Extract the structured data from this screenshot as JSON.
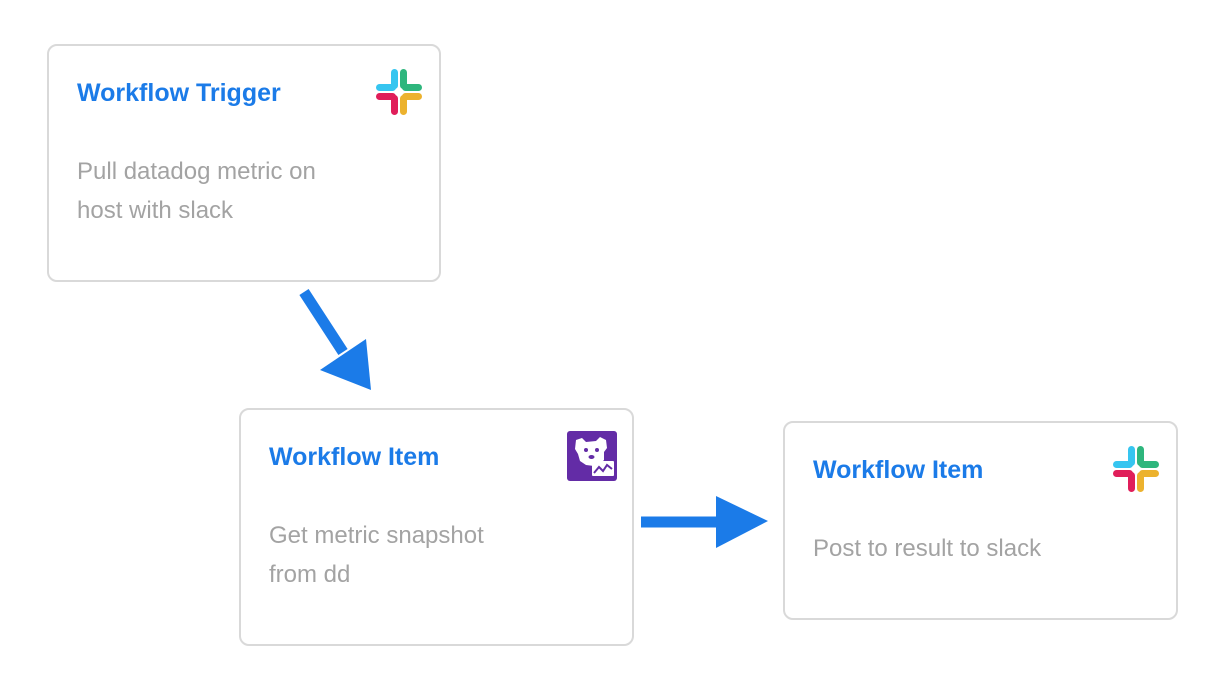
{
  "colors": {
    "accent": "#1b7be8",
    "muted_text": "#a3a3a3",
    "card_border": "#d9d9d9",
    "arrow": "#1b7be8",
    "slack_blue": "#36c5f0",
    "slack_green": "#2eb67d",
    "slack_red": "#e01e5a",
    "slack_yellow": "#ecb22e",
    "datadog_purple": "#632ca6"
  },
  "nodes": [
    {
      "id": "trigger",
      "title": "Workflow Trigger",
      "description": "Pull datadog metric on\nhost with slack",
      "icon": "slack-icon"
    },
    {
      "id": "item1",
      "title": "Workflow Item",
      "description": "Get metric snapshot\nfrom dd",
      "icon": "datadog-icon"
    },
    {
      "id": "item2",
      "title": "Workflow Item",
      "description": "Post to result to slack",
      "icon": "slack-icon"
    }
  ],
  "edges": [
    {
      "from": "trigger",
      "to": "item1"
    },
    {
      "from": "item1",
      "to": "item2"
    }
  ]
}
